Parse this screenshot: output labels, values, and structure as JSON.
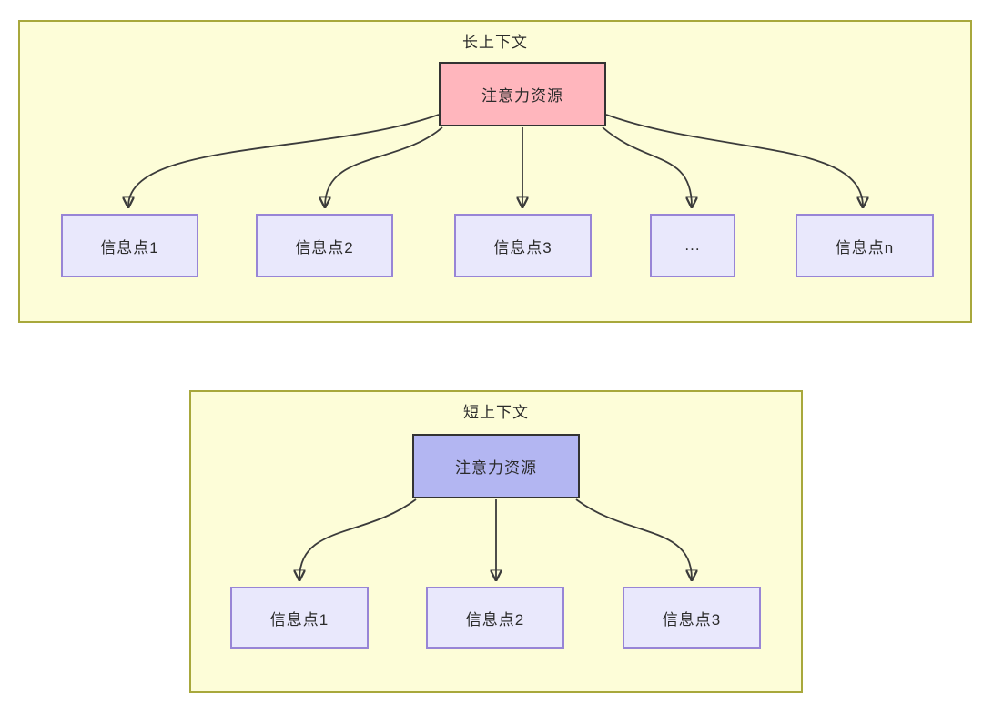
{
  "diagram": {
    "panels": [
      {
        "id": "long-context",
        "title": "长上下文",
        "source": {
          "label": "注意力资源",
          "fill": "#FFB6BD",
          "border": "#333333"
        },
        "targets": [
          {
            "label": "信息点1"
          },
          {
            "label": "信息点2"
          },
          {
            "label": "信息点3"
          },
          {
            "label": "..."
          },
          {
            "label": "信息点n"
          }
        ]
      },
      {
        "id": "short-context",
        "title": "短上下文",
        "source": {
          "label": "注意力资源",
          "fill": "#B3B6F2",
          "border": "#333333"
        },
        "targets": [
          {
            "label": "信息点1"
          },
          {
            "label": "信息点2"
          },
          {
            "label": "信息点3"
          }
        ]
      }
    ],
    "colors": {
      "panel_fill": "#FDFDD8",
      "panel_border": "#A8A83C",
      "target_fill": "#E9E8FC",
      "target_border": "#9885D6",
      "arrow": "#3B3B3B",
      "text": "#2B2B2B"
    }
  }
}
